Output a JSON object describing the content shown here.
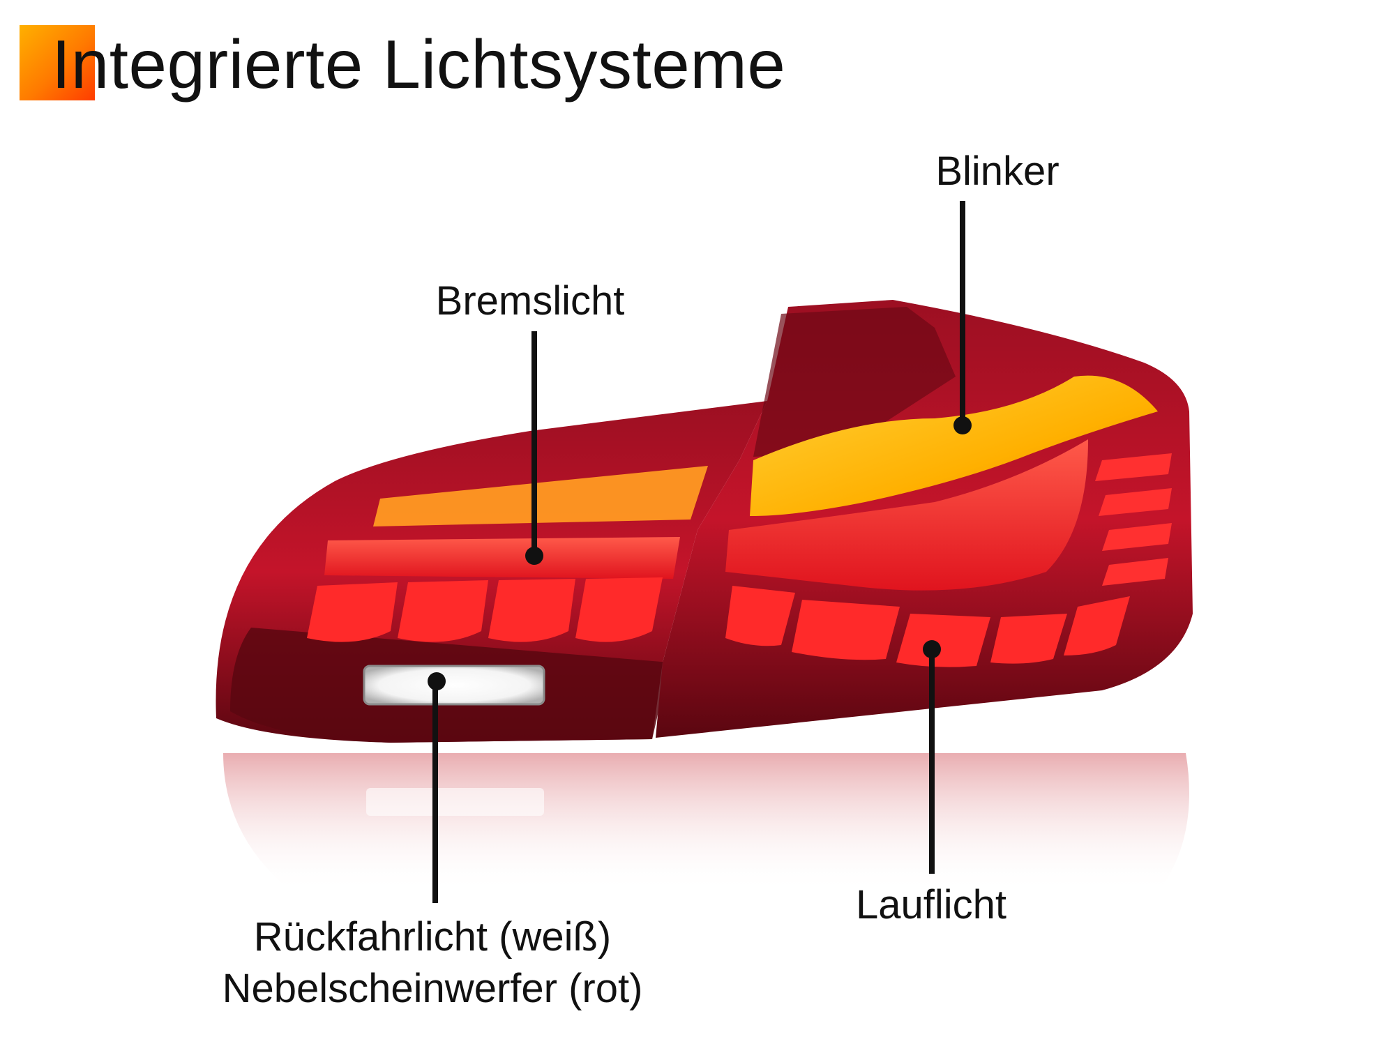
{
  "title": "Integrierte Lichtsysteme",
  "accent_color": "#ff8a00",
  "callouts": {
    "blinker": {
      "label": "Blinker"
    },
    "bremslicht": {
      "label": "Bremslicht"
    },
    "rueckfahrlicht": {
      "line1": "Rückfahrlicht (weiß)",
      "line2": "Nebelscheinwerfer (rot)"
    },
    "lauflicht": {
      "label": "Lauflicht"
    }
  },
  "colors": {
    "housing": "#7a0a18",
    "red_light": "#ff2a2a",
    "amber_light": "#ffb400",
    "white_light": "#ffffff"
  }
}
